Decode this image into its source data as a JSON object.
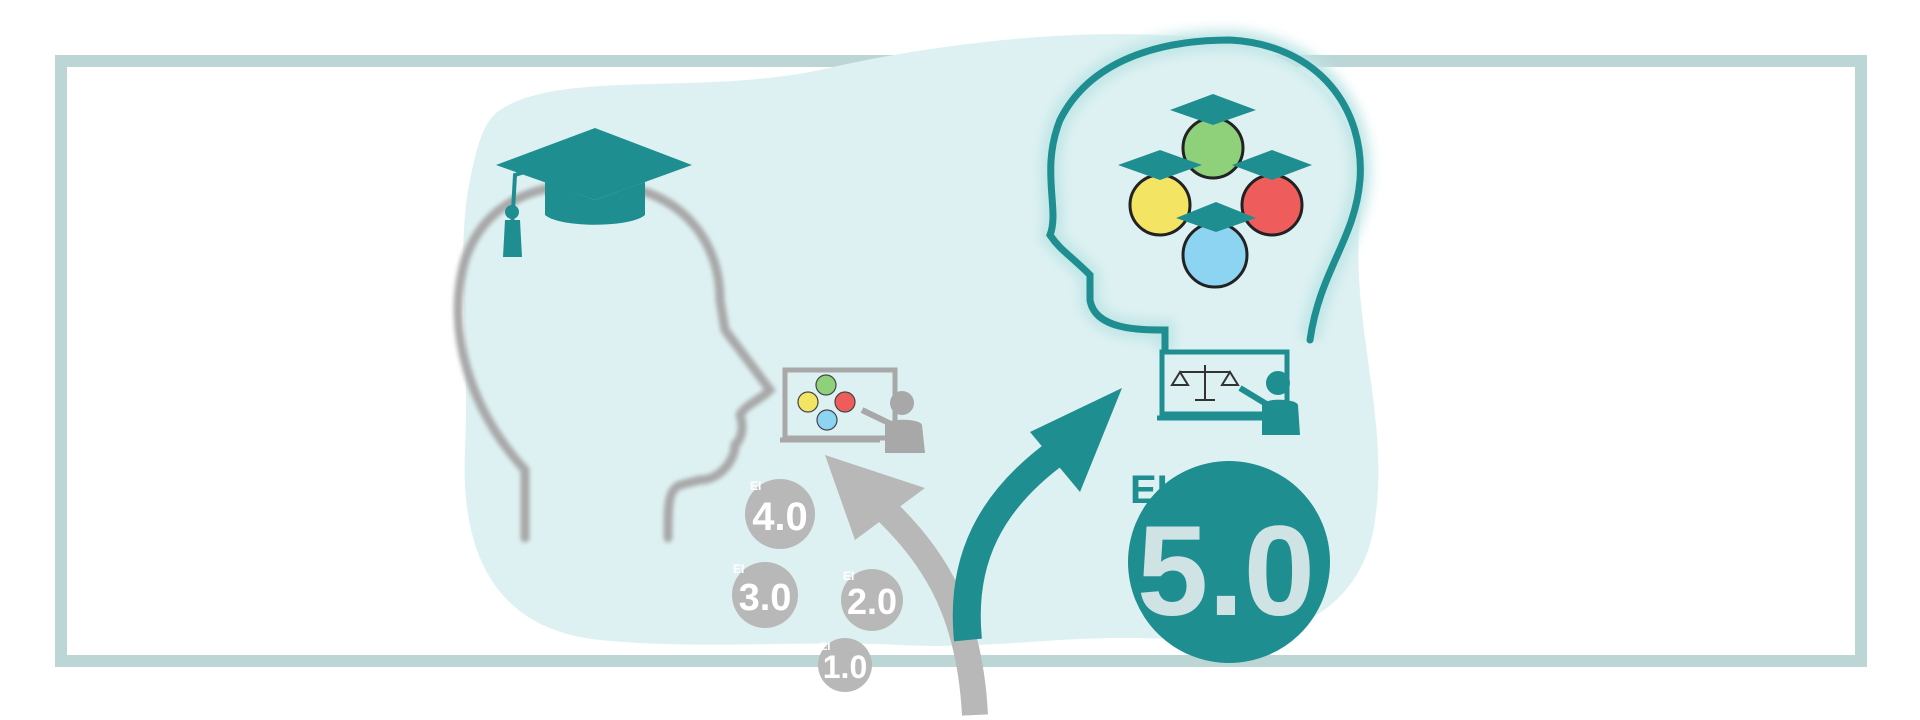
{
  "colors": {
    "teal": "#1f8e90",
    "frame": "#bcd6d6",
    "blob": "#def1f2",
    "grey": "#b8b8b8",
    "badge_text": "#ffffff",
    "big_badge_text": "#cfe3e5"
  },
  "badges": [
    {
      "prefix": "EI",
      "value": "4.0"
    },
    {
      "prefix": "EI",
      "value": "3.0"
    },
    {
      "prefix": "EI",
      "value": "2.0"
    },
    {
      "prefix": "EI",
      "value": "1.0"
    }
  ],
  "main_badge": {
    "prefix": "EI",
    "value": "5.0"
  },
  "icons": [
    "graduation-cap-icon",
    "head-outline-icon",
    "presentation-board-icon",
    "emoji-faces-icon",
    "scales-of-justice-icon",
    "curved-arrow-icon"
  ]
}
